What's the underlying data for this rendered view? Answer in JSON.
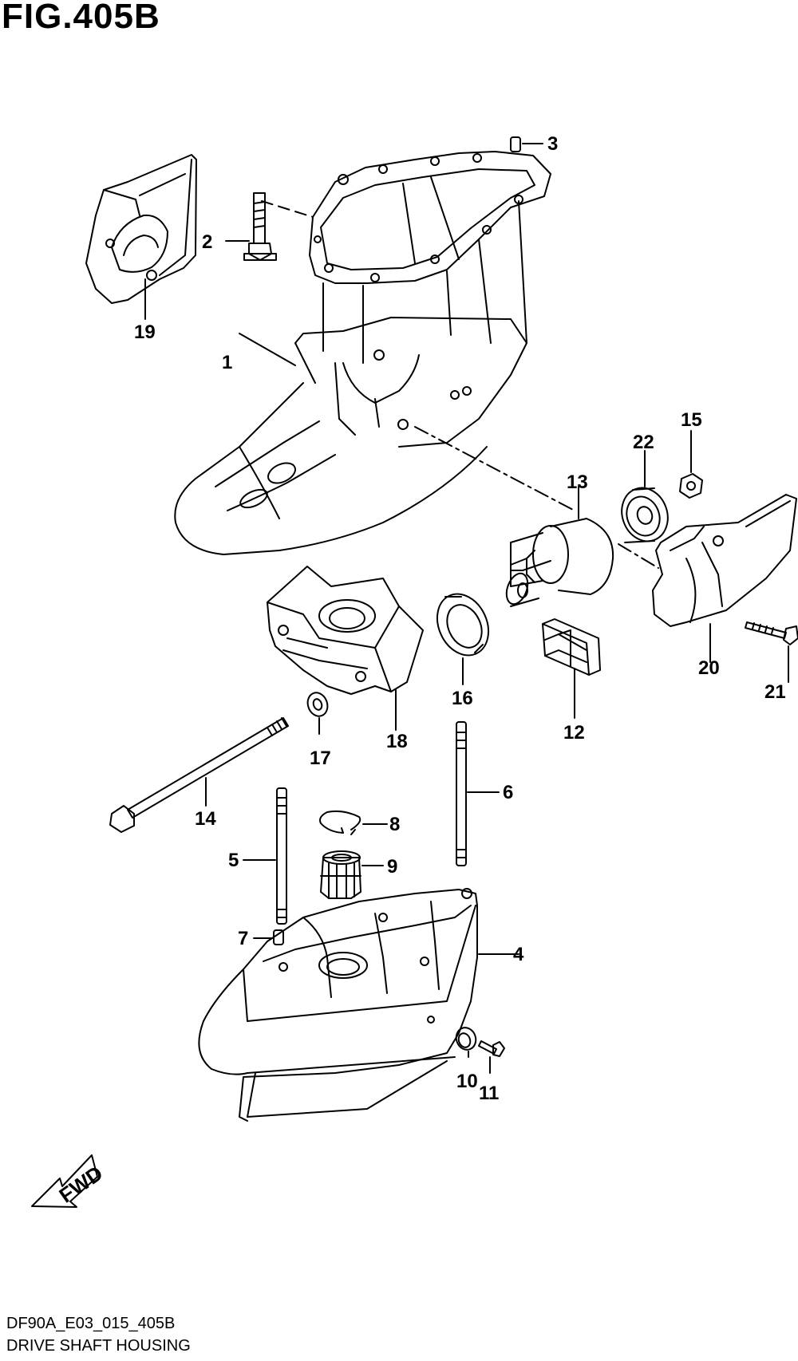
{
  "figure": {
    "title": "FIG.405B",
    "code": "DF90A_E03_015_405B",
    "caption": "DRIVE SHAFT HOUSING"
  },
  "direction_marker": {
    "label": "FWD"
  },
  "callouts": {
    "p1": "1",
    "p2": "2",
    "p3": "3",
    "p4": "4",
    "p5": "5",
    "p6": "6",
    "p7": "7",
    "p8": "8",
    "p9": "9",
    "p10": "10",
    "p11": "11",
    "p12": "12",
    "p13": "13",
    "p14": "14",
    "p15": "15",
    "p16": "16",
    "p17": "17",
    "p18": "18",
    "p19": "19",
    "p20": "20",
    "p21": "21",
    "p22": "22"
  }
}
